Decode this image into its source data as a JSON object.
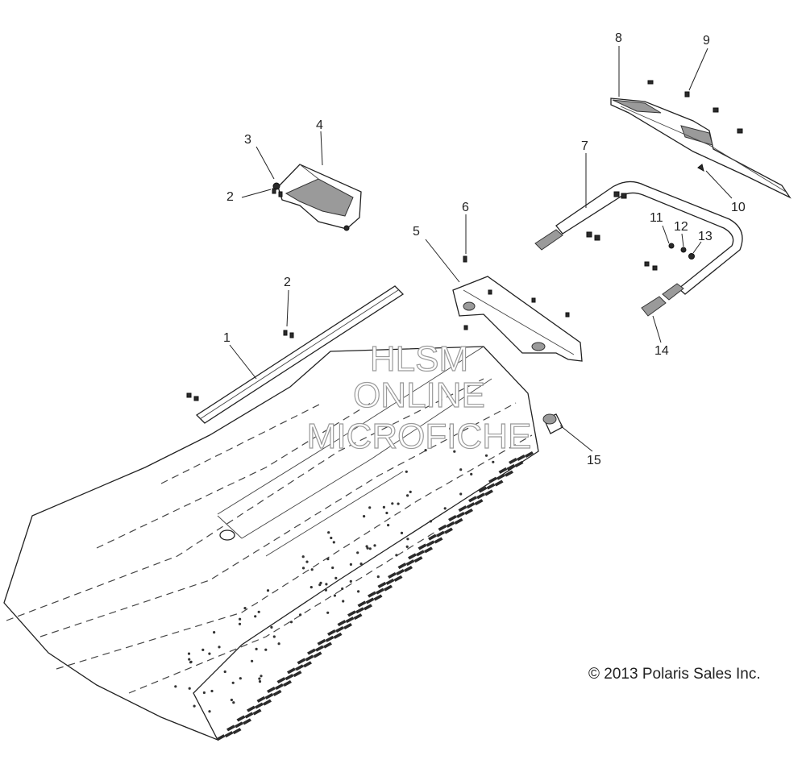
{
  "diagram": {
    "callouts": [
      "1",
      "2",
      "2",
      "3",
      "4",
      "5",
      "6",
      "7",
      "8",
      "9",
      "10",
      "11",
      "12",
      "13",
      "14",
      "15"
    ],
    "watermark": [
      "HLSM",
      "ONLINE",
      "MICROFICHE"
    ],
    "copyright": "© 2013 Polaris Sales Inc."
  }
}
